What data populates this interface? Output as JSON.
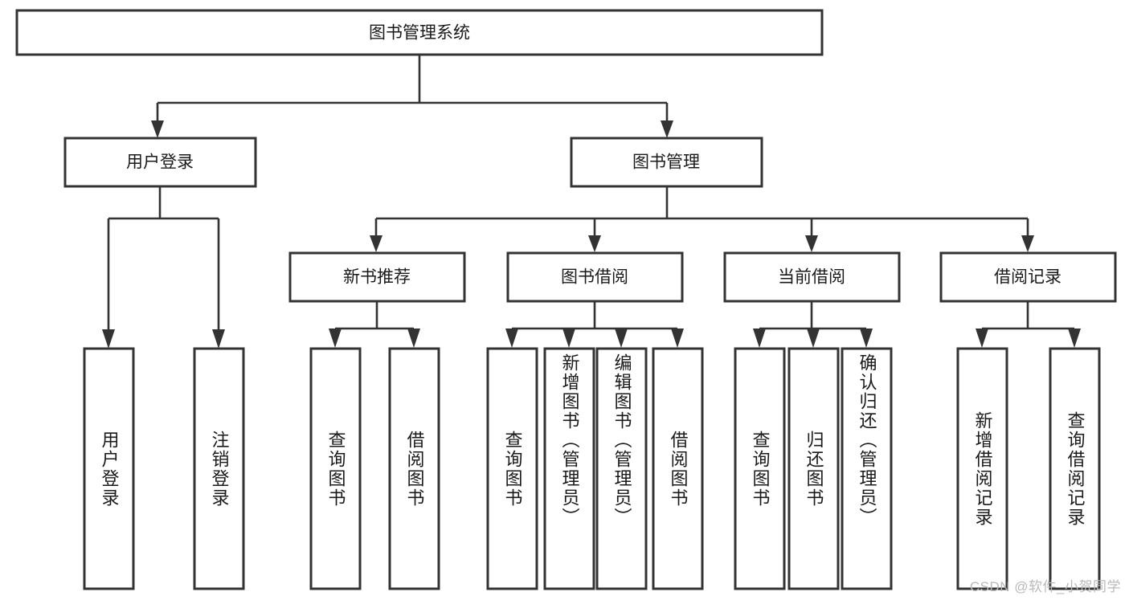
{
  "diagram": {
    "type": "tree-hierarchy",
    "title": "图书管理系统",
    "watermark": "CSDN @软件_小贺同学",
    "colors": {
      "stroke": "#333333",
      "fill": "#ffffff",
      "text": "#1a1a1a",
      "watermark": "#b9b9b9"
    },
    "root": {
      "id": "root",
      "label": "图书管理系统",
      "orientation": "horizontal"
    },
    "level1": [
      {
        "id": "user-login",
        "label": "用户登录",
        "orientation": "horizontal"
      },
      {
        "id": "book-manage",
        "label": "图书管理",
        "orientation": "horizontal"
      }
    ],
    "level2": [
      {
        "id": "new-book-recommend",
        "label": "新书推荐",
        "parent": "book-manage",
        "orientation": "horizontal"
      },
      {
        "id": "book-borrow",
        "label": "图书借阅",
        "parent": "book-manage",
        "orientation": "horizontal"
      },
      {
        "id": "current-borrow",
        "label": "当前借阅",
        "parent": "book-manage",
        "orientation": "horizontal"
      },
      {
        "id": "borrow-record",
        "label": "借阅记录",
        "parent": "book-manage",
        "orientation": "horizontal"
      }
    ],
    "leaves": [
      {
        "id": "leaf-user-login",
        "label": "用户登录",
        "parent": "user-login",
        "orientation": "vertical"
      },
      {
        "id": "leaf-user-logout",
        "label": "注销登录",
        "parent": "user-login",
        "orientation": "vertical"
      },
      {
        "id": "leaf-query-book-1",
        "label": "查询图书",
        "parent": "new-book-recommend",
        "orientation": "vertical"
      },
      {
        "id": "leaf-borrow-book-1",
        "label": "借阅图书",
        "parent": "new-book-recommend",
        "orientation": "vertical"
      },
      {
        "id": "leaf-query-book-2",
        "label": "查询图书",
        "parent": "book-borrow",
        "orientation": "vertical"
      },
      {
        "id": "leaf-add-book",
        "label": "新增图书（管理员）",
        "parent": "book-borrow",
        "orientation": "vertical"
      },
      {
        "id": "leaf-edit-book",
        "label": "编辑图书（管理员）",
        "parent": "book-borrow",
        "orientation": "vertical"
      },
      {
        "id": "leaf-borrow-book-2",
        "label": "借阅图书",
        "parent": "book-borrow",
        "orientation": "vertical"
      },
      {
        "id": "leaf-query-book-3",
        "label": "查询图书",
        "parent": "current-borrow",
        "orientation": "vertical"
      },
      {
        "id": "leaf-return-book",
        "label": "归还图书",
        "parent": "current-borrow",
        "orientation": "vertical"
      },
      {
        "id": "leaf-confirm-return",
        "label": "确认归还（管理员）",
        "parent": "current-borrow",
        "orientation": "vertical"
      },
      {
        "id": "leaf-add-record",
        "label": "新增借阅记录",
        "parent": "borrow-record",
        "orientation": "vertical"
      },
      {
        "id": "leaf-query-record",
        "label": "查询借阅记录",
        "parent": "borrow-record",
        "orientation": "vertical"
      }
    ]
  }
}
